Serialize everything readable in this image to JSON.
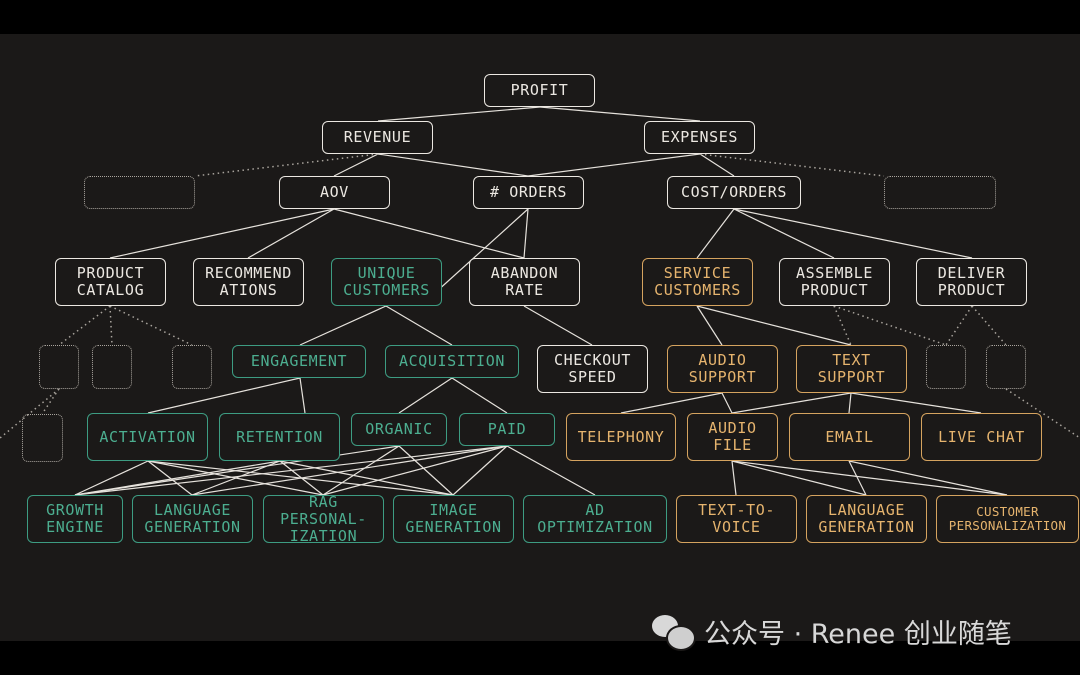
{
  "diagram": {
    "nodes": {
      "profit": "PROFIT",
      "revenue": "REVENUE",
      "expenses": "EXPENSES",
      "aov": "AOV",
      "orders": "# ORDERS",
      "cost_orders": "COST/ORDERS",
      "product_catalog": "PRODUCT\nCATALOG",
      "recommendations": "RECOMMEND\nATIONS",
      "unique_customers": "UNIQUE\nCUSTOMERS",
      "abandon_rate": "ABANDON\nRATE",
      "service_customers": "SERVICE\nCUSTOMERS",
      "assemble_product": "ASSEMBLE\nPRODUCT",
      "deliver_product": "DELIVER\nPRODUCT",
      "engagement": "ENGAGEMENT",
      "acquisition": "ACQUISITION",
      "checkout_speed": "CHECKOUT\nSPEED",
      "audio_support": "AUDIO\nSUPPORT",
      "text_support": "TEXT\nSUPPORT",
      "activation": "ACTIVATION",
      "retention": "RETENTION",
      "organic": "ORGANIC",
      "paid": "PAID",
      "telephony": "TELEPHONY",
      "audio_file": "AUDIO\nFILE",
      "email": "EMAIL",
      "live_chat": "LIVE CHAT",
      "growth_engine": "GROWTH\nENGINE",
      "language_generation_1": "LANGUAGE\nGENERATION",
      "rag_personalization": "RAG\nPERSONAL-\nIZATION",
      "image_generation": "IMAGE\nGENERATION",
      "ad_optimization": "AD\nOPTIMIZATION",
      "text_to_voice": "TEXT-TO-\nVOICE",
      "language_generation_2": "LANGUAGE\nGENERATION",
      "customer_personalization": "CUSTOMER\nPERSONALIZATION"
    },
    "colors": {
      "background": "#1b1918",
      "default": "#ece8e2",
      "green": "#3d9c82",
      "orange": "#d5a35f"
    }
  },
  "watermark": {
    "text": "公众号 · Renee 创业随笔",
    "icon": "wechat-icon"
  }
}
